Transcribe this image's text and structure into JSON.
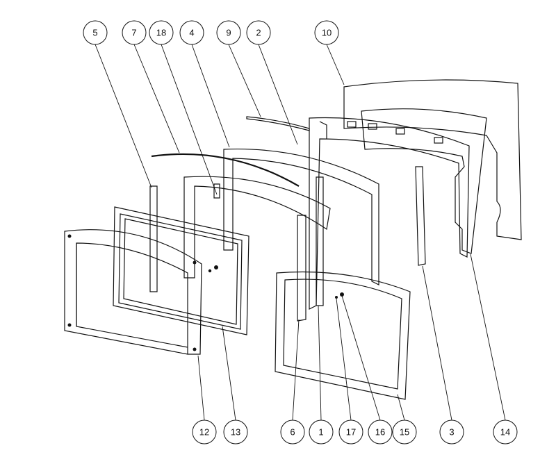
{
  "diagram": {
    "type": "exploded-parts-view",
    "callouts_top": [
      "5",
      "7",
      "18",
      "4",
      "9",
      "2",
      "10"
    ],
    "callouts_bottom": [
      "12",
      "13",
      "6",
      "1",
      "17",
      "16",
      "15",
      "3",
      "14"
    ]
  }
}
